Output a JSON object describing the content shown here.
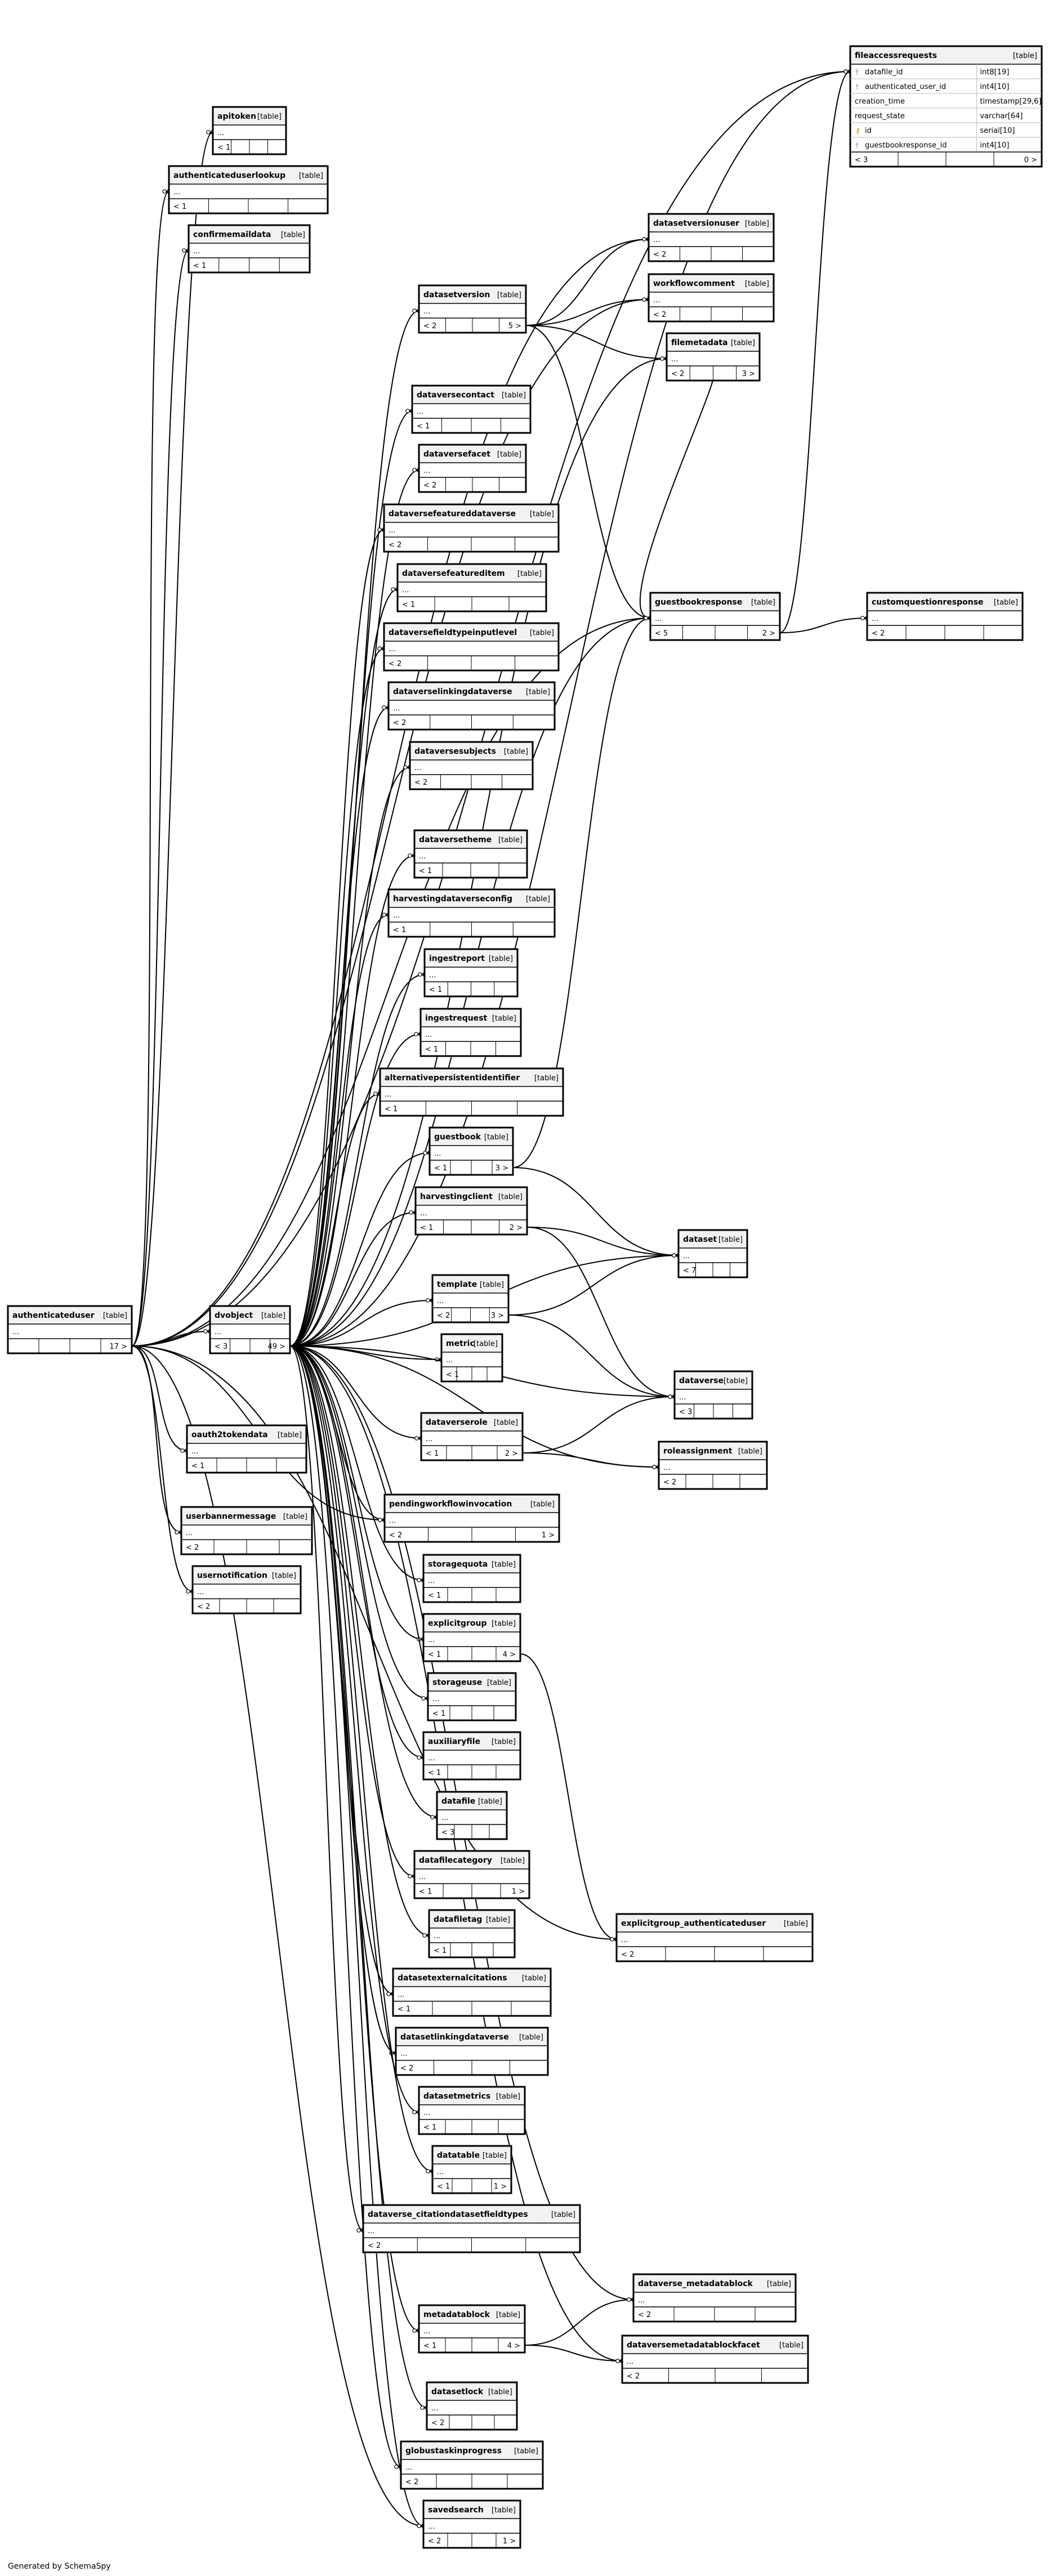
{
  "footer": "Generated by SchemaSpy",
  "diagram": {
    "tables": [
      {
        "id": "fileaccessrequests",
        "name": "fileaccessrequests",
        "type_label": "[table]",
        "columns": [
          {
            "icon": "fk-icon",
            "name": "datafile_id",
            "type": "int8[19]"
          },
          {
            "icon": "fk-icon",
            "name": "authenticated_user_id",
            "type": "int4[10]"
          },
          {
            "icon": "",
            "name": "creation_time",
            "type": "timestamp[29,6]"
          },
          {
            "icon": "",
            "name": "request_state",
            "type": "varchar[64]"
          },
          {
            "icon": "pk-icon",
            "name": "id",
            "type": "serial[10]"
          },
          {
            "icon": "fk-icon",
            "name": "guestbookresponse_id",
            "type": "int4[10]"
          }
        ],
        "footer": {
          "parents": "< 3",
          "children": "0 >"
        }
      },
      {
        "id": "apitoken",
        "name": "apitoken",
        "type_label": "[table]",
        "footer": {
          "parents": "< 1",
          "children": ""
        }
      },
      {
        "id": "authenticateduserlookup",
        "name": "authenticateduserlookup",
        "type_label": "[table]",
        "footer": {
          "parents": "< 1",
          "children": ""
        }
      },
      {
        "id": "confirmemaildata",
        "name": "confirmemaildata",
        "type_label": "[table]",
        "footer": {
          "parents": "< 1",
          "children": ""
        }
      },
      {
        "id": "datasetversionuser",
        "name": "datasetversionuser",
        "type_label": "[table]",
        "footer": {
          "parents": "< 2",
          "children": ""
        }
      },
      {
        "id": "workflowcomment",
        "name": "workflowcomment",
        "type_label": "[table]",
        "footer": {
          "parents": "< 2",
          "children": ""
        }
      },
      {
        "id": "datasetversion",
        "name": "datasetversion",
        "type_label": "[table]",
        "footer": {
          "parents": "< 2",
          "children": "5 >"
        }
      },
      {
        "id": "filemetadata",
        "name": "filemetadata",
        "type_label": "[table]",
        "footer": {
          "parents": "< 2",
          "children": "3 >"
        }
      },
      {
        "id": "dataversecontact",
        "name": "dataversecontact",
        "type_label": "[table]",
        "footer": {
          "parents": "< 1",
          "children": ""
        }
      },
      {
        "id": "dataversefacet",
        "name": "dataversefacet",
        "type_label": "[table]",
        "footer": {
          "parents": "< 2",
          "children": ""
        }
      },
      {
        "id": "dataversefeatureddataverse",
        "name": "dataversefeatureddataverse",
        "type_label": "[table]",
        "footer": {
          "parents": "< 2",
          "children": ""
        }
      },
      {
        "id": "dataversefeatureditem",
        "name": "dataversefeatureditem",
        "type_label": "[table]",
        "footer": {
          "parents": "< 1",
          "children": ""
        }
      },
      {
        "id": "dataversefieldtypeinputlevel",
        "name": "dataversefieldtypeinputlevel",
        "type_label": "[table]",
        "footer": {
          "parents": "< 2",
          "children": ""
        }
      },
      {
        "id": "guestbookresponse",
        "name": "guestbookresponse",
        "type_label": "[table]",
        "footer": {
          "parents": "< 5",
          "children": "2 >"
        }
      },
      {
        "id": "customquestionresponse",
        "name": "customquestionresponse",
        "type_label": "[table]",
        "footer": {
          "parents": "< 2",
          "children": ""
        }
      },
      {
        "id": "dataverselinkingdataverse",
        "name": "dataverselinkingdataverse",
        "type_label": "[table]",
        "footer": {
          "parents": "< 2",
          "children": ""
        }
      },
      {
        "id": "dataversesubjects",
        "name": "dataversesubjects",
        "type_label": "[table]",
        "footer": {
          "parents": "< 2",
          "children": ""
        }
      },
      {
        "id": "dataversetheme",
        "name": "dataversetheme",
        "type_label": "[table]",
        "footer": {
          "parents": "< 1",
          "children": ""
        }
      },
      {
        "id": "harvestingdataverseconfig",
        "name": "harvestingdataverseconfig",
        "type_label": "[table]",
        "footer": {
          "parents": "< 1",
          "children": ""
        }
      },
      {
        "id": "ingestreport",
        "name": "ingestreport",
        "type_label": "[table]",
        "footer": {
          "parents": "< 1",
          "children": ""
        }
      },
      {
        "id": "ingestrequest",
        "name": "ingestrequest",
        "type_label": "[table]",
        "footer": {
          "parents": "< 1",
          "children": ""
        }
      },
      {
        "id": "alternativepersistentidentifier",
        "name": "alternativepersistentidentifier",
        "type_label": "[table]",
        "footer": {
          "parents": "< 1",
          "children": ""
        }
      },
      {
        "id": "guestbook",
        "name": "guestbook",
        "type_label": "[table]",
        "footer": {
          "parents": "< 1",
          "children": "3 >"
        }
      },
      {
        "id": "harvestingclient",
        "name": "harvestingclient",
        "type_label": "[table]",
        "footer": {
          "parents": "< 1",
          "children": "2 >"
        }
      },
      {
        "id": "dataset",
        "name": "dataset",
        "type_label": "[table]",
        "footer": {
          "parents": "< 7",
          "children": ""
        }
      },
      {
        "id": "authenticateduser",
        "name": "authenticateduser",
        "type_label": "[table]",
        "footer": {
          "parents": "",
          "children": "17 >"
        }
      },
      {
        "id": "dvobject",
        "name": "dvobject",
        "type_label": "[table]",
        "footer": {
          "parents": "< 3",
          "children": "49 >"
        }
      },
      {
        "id": "template",
        "name": "template",
        "type_label": "[table]",
        "footer": {
          "parents": "< 2",
          "children": "3 >"
        }
      },
      {
        "id": "metric",
        "name": "metric",
        "type_label": "[table]",
        "footer": {
          "parents": "< 1",
          "children": ""
        }
      },
      {
        "id": "dataverse",
        "name": "dataverse",
        "type_label": "[table]",
        "footer": {
          "parents": "< 3",
          "children": ""
        }
      },
      {
        "id": "dataverserole",
        "name": "dataverserole",
        "type_label": "[table]",
        "footer": {
          "parents": "< 1",
          "children": "2 >"
        }
      },
      {
        "id": "roleassignment",
        "name": "roleassignment",
        "type_label": "[table]",
        "footer": {
          "parents": "< 2",
          "children": ""
        }
      },
      {
        "id": "oauth2tokendata",
        "name": "oauth2tokendata",
        "type_label": "[table]",
        "footer": {
          "parents": "< 1",
          "children": ""
        }
      },
      {
        "id": "pendingworkflowinvocation",
        "name": "pendingworkflowinvocation",
        "type_label": "[table]",
        "footer": {
          "parents": "< 2",
          "children": "1 >"
        }
      },
      {
        "id": "userbannermessage",
        "name": "userbannermessage",
        "type_label": "[table]",
        "footer": {
          "parents": "< 2",
          "children": ""
        }
      },
      {
        "id": "usernotification",
        "name": "usernotification",
        "type_label": "[table]",
        "footer": {
          "parents": "< 2",
          "children": ""
        }
      },
      {
        "id": "storagequota",
        "name": "storagequota",
        "type_label": "[table]",
        "footer": {
          "parents": "< 1",
          "children": ""
        }
      },
      {
        "id": "explicitgroup",
        "name": "explicitgroup",
        "type_label": "[table]",
        "footer": {
          "parents": "< 1",
          "children": "4 >"
        }
      },
      {
        "id": "storageuse",
        "name": "storageuse",
        "type_label": "[table]",
        "footer": {
          "parents": "< 1",
          "children": ""
        }
      },
      {
        "id": "auxiliaryfile",
        "name": "auxiliaryfile",
        "type_label": "[table]",
        "footer": {
          "parents": "< 1",
          "children": ""
        }
      },
      {
        "id": "datafile",
        "name": "datafile",
        "type_label": "[table]",
        "footer": {
          "parents": "< 3",
          "children": ""
        }
      },
      {
        "id": "datafilecategory",
        "name": "datafilecategory",
        "type_label": "[table]",
        "footer": {
          "parents": "< 1",
          "children": "1 >"
        }
      },
      {
        "id": "datafiletag",
        "name": "datafiletag",
        "type_label": "[table]",
        "footer": {
          "parents": "< 1",
          "children": ""
        }
      },
      {
        "id": "explicitgroup_authenticateduser",
        "name": "explicitgroup_authenticateduser",
        "type_label": "[table]",
        "footer": {
          "parents": "< 2",
          "children": ""
        }
      },
      {
        "id": "datasetexternalcitations",
        "name": "datasetexternalcitations",
        "type_label": "[table]",
        "footer": {
          "parents": "< 1",
          "children": ""
        }
      },
      {
        "id": "datasetlinkingdataverse",
        "name": "datasetlinkingdataverse",
        "type_label": "[table]",
        "footer": {
          "parents": "< 2",
          "children": ""
        }
      },
      {
        "id": "datasetmetrics",
        "name": "datasetmetrics",
        "type_label": "[table]",
        "footer": {
          "parents": "< 1",
          "children": ""
        }
      },
      {
        "id": "datatable",
        "name": "datatable",
        "type_label": "[table]",
        "footer": {
          "parents": "< 1",
          "children": "1 >"
        }
      },
      {
        "id": "dataverse_citationdatasetfieldtypes",
        "name": "dataverse_citationdatasetfieldtypes",
        "type_label": "[table]",
        "footer": {
          "parents": "< 2",
          "children": ""
        }
      },
      {
        "id": "dataverse_metadatablock",
        "name": "dataverse_metadatablock",
        "type_label": "[table]",
        "footer": {
          "parents": "< 2",
          "children": ""
        }
      },
      {
        "id": "metadatablock",
        "name": "metadatablock",
        "type_label": "[table]",
        "footer": {
          "parents": "< 1",
          "children": "4 >"
        }
      },
      {
        "id": "dataversemetadatablockfacet",
        "name": "dataversemetadatablockfacet",
        "type_label": "[table]",
        "footer": {
          "parents": "< 2",
          "children": ""
        }
      },
      {
        "id": "datasetlock",
        "name": "datasetlock",
        "type_label": "[table]",
        "footer": {
          "parents": "< 2",
          "children": ""
        }
      },
      {
        "id": "globustaskinprogress",
        "name": "globustaskinprogress",
        "type_label": "[table]",
        "footer": {
          "parents": "< 2",
          "children": ""
        }
      },
      {
        "id": "savedsearch",
        "name": "savedsearch",
        "type_label": "[table]",
        "footer": {
          "parents": "< 2",
          "children": "1 >"
        }
      }
    ],
    "relationships": [
      {
        "from": "authenticateduser",
        "to": "fileaccessrequests"
      },
      {
        "from": "authenticateduser",
        "to": "apitoken"
      },
      {
        "from": "authenticateduser",
        "to": "authenticateduserlookup"
      },
      {
        "from": "authenticateduser",
        "to": "confirmemaildata"
      },
      {
        "from": "authenticateduser",
        "to": "datasetversionuser"
      },
      {
        "from": "authenticateduser",
        "to": "workflowcomment"
      },
      {
        "from": "authenticateduser",
        "to": "guestbookresponse"
      },
      {
        "from": "authenticateduser",
        "to": "dvobject"
      },
      {
        "from": "authenticateduser",
        "to": "oauth2tokendata"
      },
      {
        "from": "authenticateduser",
        "to": "userbannermessage"
      },
      {
        "from": "authenticateduser",
        "to": "usernotification"
      },
      {
        "from": "authenticateduser",
        "to": "pendingworkflowinvocation"
      },
      {
        "from": "authenticateduser",
        "to": "explicitgroup_authenticateduser"
      },
      {
        "from": "authenticateduser",
        "to": "savedsearch"
      },
      {
        "from": "dvobject",
        "to": "fileaccessrequests"
      },
      {
        "from": "dvobject",
        "to": "datasetversion"
      },
      {
        "from": "dvobject",
        "to": "filemetadata"
      },
      {
        "from": "dvobject",
        "to": "dataversecontact"
      },
      {
        "from": "dvobject",
        "to": "dataversefacet"
      },
      {
        "from": "dvobject",
        "to": "dataversefeatureddataverse"
      },
      {
        "from": "dvobject",
        "to": "dataversefeatureditem"
      },
      {
        "from": "dvobject",
        "to": "dataversefieldtypeinputlevel"
      },
      {
        "from": "dvobject",
        "to": "dataverselinkingdataverse"
      },
      {
        "from": "dvobject",
        "to": "dataversesubjects"
      },
      {
        "from": "dvobject",
        "to": "guestbookresponse"
      },
      {
        "from": "dvobject",
        "to": "dataversetheme"
      },
      {
        "from": "dvobject",
        "to": "harvestingdataverseconfig"
      },
      {
        "from": "dvobject",
        "to": "ingestreport"
      },
      {
        "from": "dvobject",
        "to": "ingestrequest"
      },
      {
        "from": "dvobject",
        "to": "alternativepersistentidentifier"
      },
      {
        "from": "dvobject",
        "to": "guestbook"
      },
      {
        "from": "dvobject",
        "to": "harvestingclient"
      },
      {
        "from": "dvobject",
        "to": "dataset"
      },
      {
        "from": "dvobject",
        "to": "template"
      },
      {
        "from": "dvobject",
        "to": "metric"
      },
      {
        "from": "dvobject",
        "to": "dataverse"
      },
      {
        "from": "dvobject",
        "to": "dataverserole"
      },
      {
        "from": "dvobject",
        "to": "roleassignment"
      },
      {
        "from": "dvobject",
        "to": "pendingworkflowinvocation"
      },
      {
        "from": "dvobject",
        "to": "storagequota"
      },
      {
        "from": "dvobject",
        "to": "explicitgroup"
      },
      {
        "from": "dvobject",
        "to": "storageuse"
      },
      {
        "from": "dvobject",
        "to": "auxiliaryfile"
      },
      {
        "from": "dvobject",
        "to": "datafile"
      },
      {
        "from": "dvobject",
        "to": "datafilecategory"
      },
      {
        "from": "dvobject",
        "to": "datafiletag"
      },
      {
        "from": "dvobject",
        "to": "datasetexternalcitations"
      },
      {
        "from": "dvobject",
        "to": "datasetlinkingdataverse"
      },
      {
        "from": "dvobject",
        "to": "datasetmetrics"
      },
      {
        "from": "dvobject",
        "to": "datatable"
      },
      {
        "from": "dvobject",
        "to": "dataverse_citationdatasetfieldtypes"
      },
      {
        "from": "dvobject",
        "to": "dataverse_metadatablock"
      },
      {
        "from": "dvobject",
        "to": "metadatablock"
      },
      {
        "from": "dvobject",
        "to": "dataversemetadatablockfacet"
      },
      {
        "from": "dvobject",
        "to": "datasetlock"
      },
      {
        "from": "dvobject",
        "to": "globustaskinprogress"
      },
      {
        "from": "dvobject",
        "to": "savedsearch"
      },
      {
        "from": "datasetversion",
        "to": "datasetversionuser"
      },
      {
        "from": "datasetversion",
        "to": "workflowcomment"
      },
      {
        "from": "datasetversion",
        "to": "filemetadata"
      },
      {
        "from": "datasetversion",
        "to": "guestbookresponse"
      },
      {
        "from": "filemetadata",
        "to": "guestbookresponse"
      },
      {
        "from": "guestbookresponse",
        "to": "fileaccessrequests"
      },
      {
        "from": "guestbookresponse",
        "to": "customquestionresponse"
      },
      {
        "from": "guestbook",
        "to": "guestbookresponse"
      },
      {
        "from": "guestbook",
        "to": "dataset"
      },
      {
        "from": "harvestingclient",
        "to": "dataset"
      },
      {
        "from": "harvestingclient",
        "to": "dataverse"
      },
      {
        "from": "template",
        "to": "dataset"
      },
      {
        "from": "template",
        "to": "dataverse"
      },
      {
        "from": "dataverserole",
        "to": "dataverse"
      },
      {
        "from": "dataverserole",
        "to": "roleassignment"
      },
      {
        "from": "explicitgroup",
        "to": "explicitgroup_authenticateduser"
      },
      {
        "from": "metadatablock",
        "to": "dataverse_metadatablock"
      },
      {
        "from": "metadatablock",
        "to": "dataversemetadatablockfacet"
      }
    ]
  }
}
